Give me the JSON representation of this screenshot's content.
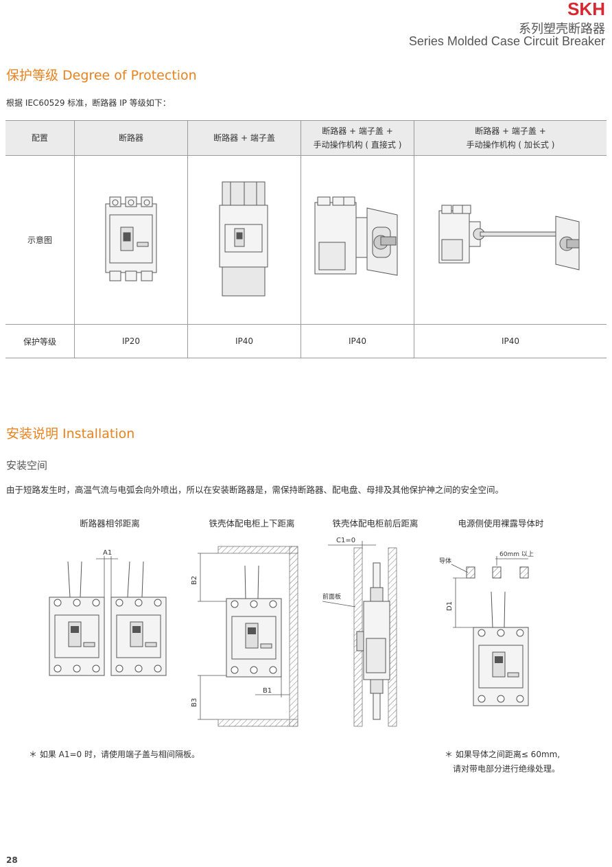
{
  "header": {
    "brand": "SKH",
    "series_cn": "系列塑壳断路器",
    "series_en": "Series Molded Case Circuit Breaker"
  },
  "protection": {
    "title": "保护等级  Degree of Protection",
    "intro": "根据 IEC60529 标准，断路器 IP 等级如下：",
    "col_config": "配置",
    "col1": "断路器",
    "col2": "断路器 + 端子盖",
    "col3_line1": "断路器 + 端子盖 +",
    "col3_line2": "手动操作机构 ( 直接式 )",
    "col4_line1": "断路器 + 端子盖 +",
    "col4_line2": "手动操作机构 ( 加长式 )",
    "row_diagram": "示意图",
    "row_ip": "保护等级",
    "ip_values": [
      "IP20",
      "IP40",
      "IP40",
      "IP40"
    ]
  },
  "installation": {
    "title": "安装说明  Installation",
    "subtitle": "安装空间",
    "description": "由于短路发生时，高温气流与电弧会向外喷出，所以在安装断路器是，需保持断路器、配电盘、母排及其他保护神之间的安全空间。",
    "diagram_titles": [
      "断路器相邻距离",
      "铁壳体配电柜上下距离",
      "铁壳体配电柜前后距离",
      "电源侧使用裸露导体时"
    ],
    "labels": {
      "a1": "A1",
      "b1": "B1",
      "b2": "B2",
      "b3": "B3",
      "c1": "C1=0",
      "front_panel": "前面板",
      "conductor": "导体",
      "spacing": "60mm 以上",
      "d1": "D1"
    },
    "note_left": "＊ 如果 A1=0 时，请使用端子盖与相间隔板。",
    "note_right_line1": "＊ 如果导体之间距离≤ 60mm,",
    "note_right_line2": "请对带电部分进行绝缘处理。"
  },
  "footer": {
    "page_number": "28"
  },
  "colors": {
    "accent": "#e8821e",
    "brand": "#d6282e"
  }
}
